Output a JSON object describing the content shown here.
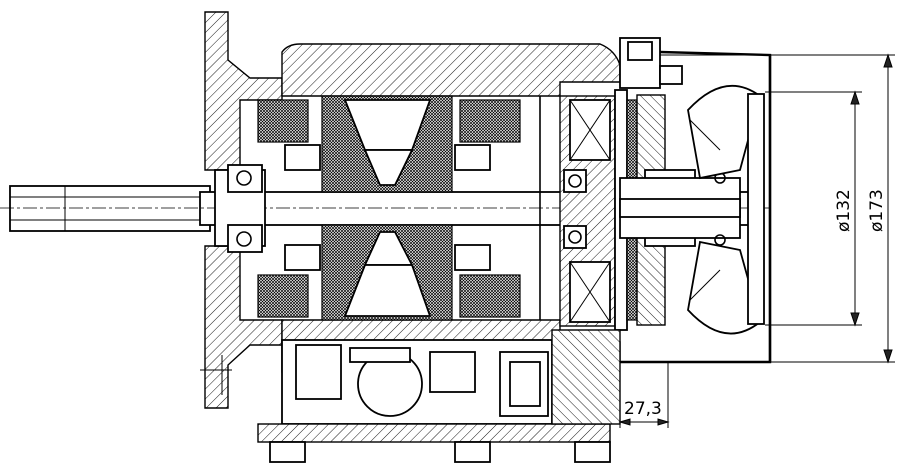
{
  "dimensions": {
    "fan_cover_diameter": "ø132",
    "outer_diameter": "ø173",
    "brake_length": "27,3"
  }
}
